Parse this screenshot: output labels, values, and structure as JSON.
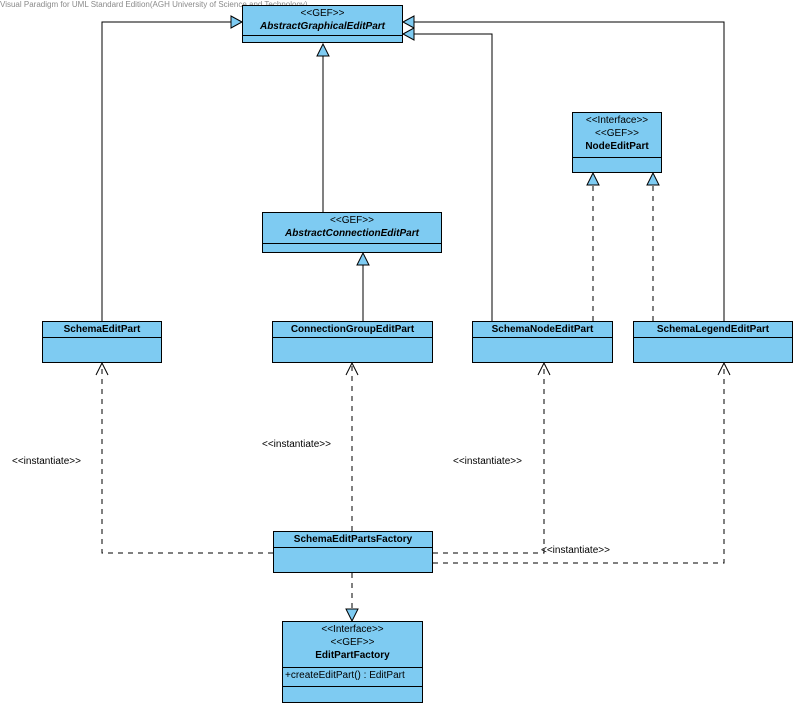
{
  "watermark": "Visual Paradigm for UML Standard Edition(AGH University of Science and Technology)",
  "classes": {
    "abstract_graphical": {
      "stereotype": "<<GEF>>",
      "name": "AbstractGraphicalEditPart"
    },
    "node_edit_part": {
      "stereotype1": "<<Interface>>",
      "stereotype2": "<<GEF>>",
      "name": "NodeEditPart"
    },
    "abstract_connection": {
      "stereotype": "<<GEF>>",
      "name": "AbstractConnectionEditPart"
    },
    "schema_edit_part": {
      "name": "SchemaEditPart"
    },
    "connection_group": {
      "name": "ConnectionGroupEditPart"
    },
    "schema_node": {
      "name": "SchemaNodeEditPart"
    },
    "schema_legend": {
      "name": "SchemaLegendEditPart"
    },
    "factory": {
      "name": "SchemaEditPartsFactory"
    },
    "edit_part_factory": {
      "stereotype1": "<<Interface>>",
      "stereotype2": "<<GEF>>",
      "name": "EditPartFactory",
      "operation": "+createEditPart() : EditPart"
    }
  },
  "labels": {
    "instantiate_schema": "<<instantiate>>",
    "instantiate_connection": "<<instantiate>>",
    "instantiate_node": "<<instantiate>>",
    "instantiate_legend": "<<instantiate>>"
  },
  "colors": {
    "fill": "#7ecbf2",
    "stroke": "#000000"
  }
}
